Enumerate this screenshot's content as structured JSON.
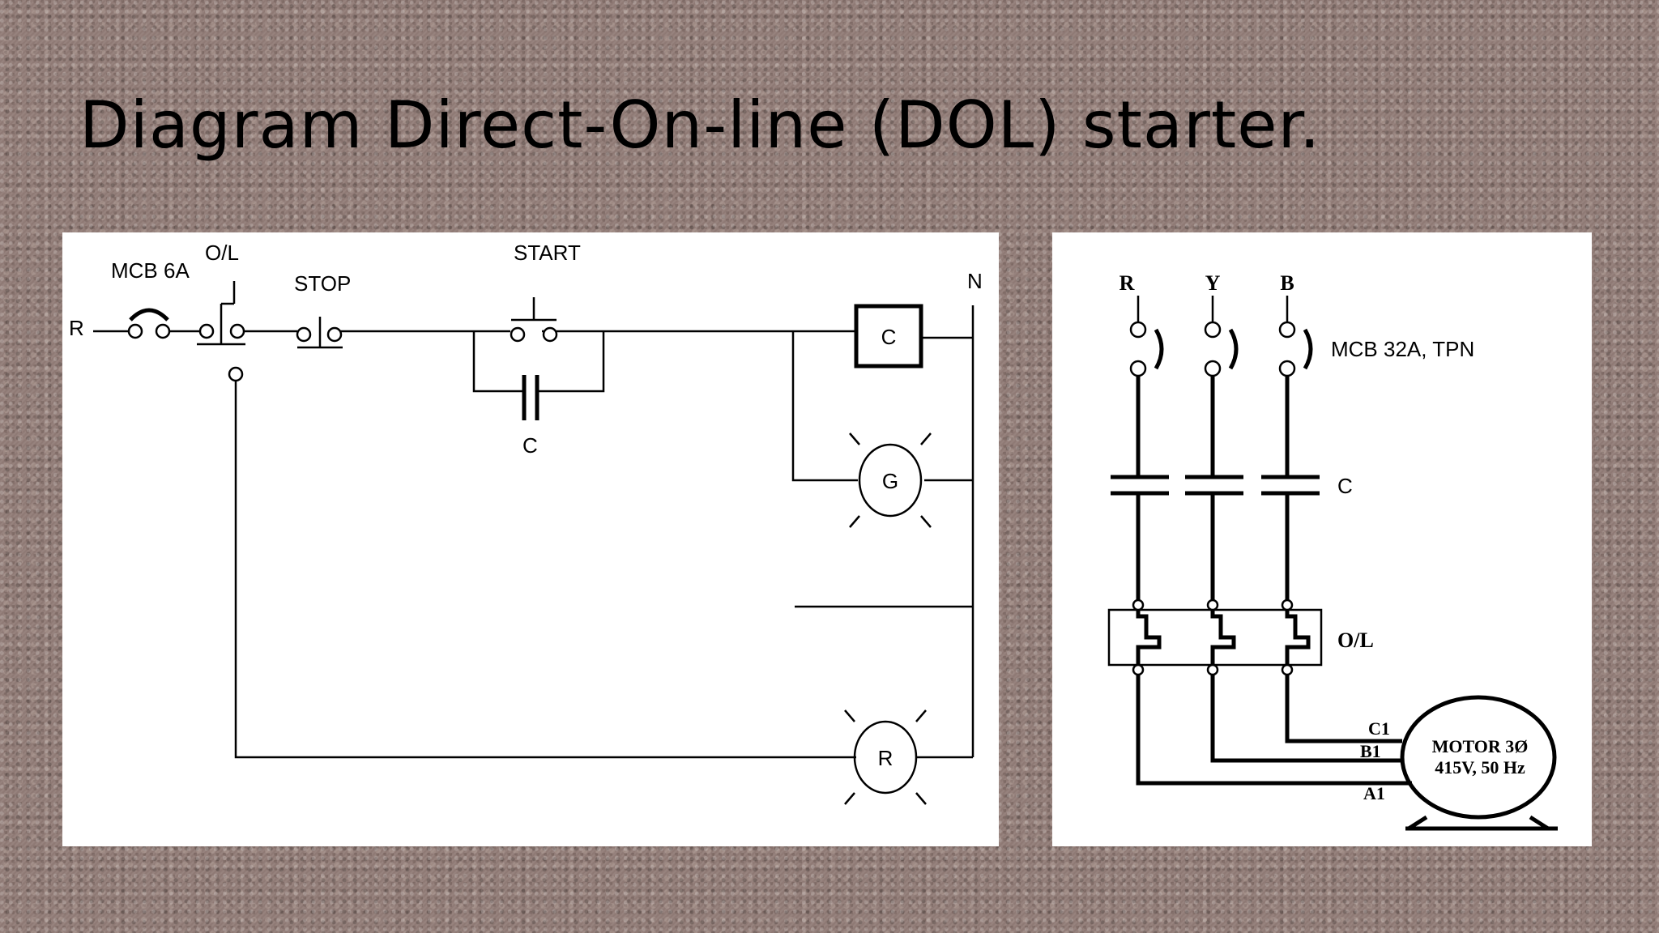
{
  "slide": {
    "title": "Diagram Direct-On-line (DOL) starter."
  },
  "control_circuit": {
    "phase_label": "R",
    "neutral_label": "N",
    "mcb_label": "MCB 6A",
    "overload_label": "O/L",
    "stop_label": "STOP",
    "start_label": "START",
    "aux_contact_label": "C",
    "coil_label": "C",
    "green_lamp_label": "G",
    "red_lamp_label": "R"
  },
  "power_circuit": {
    "phase_labels": [
      "R",
      "Y",
      "B"
    ],
    "mcb_label": "MCB 32A, TPN",
    "contactor_label": "C",
    "overload_label": "O/L",
    "motor_line1": "MOTOR 3Ø",
    "motor_line2": "415V, 50 Hz",
    "terminal_c1": "C1",
    "terminal_b1": "B1",
    "terminal_a1": "A1"
  },
  "colors": {
    "background": "#8f7a75",
    "panel": "#ffffff",
    "ink": "#000000"
  }
}
